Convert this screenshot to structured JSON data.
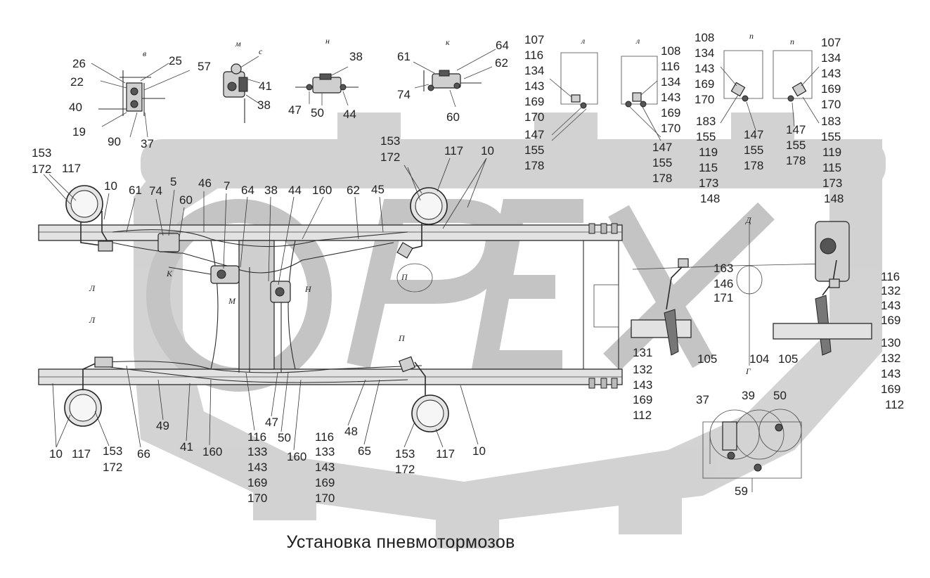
{
  "title": "Установка пневмотормозов",
  "watermark_text": "OPEX",
  "colors": {
    "ink": "#222222",
    "watermark": "#c8c8c8",
    "background": "#ffffff"
  },
  "view_labels": [
    {
      "id": "v",
      "text": "в"
    },
    {
      "id": "m",
      "text": "м"
    },
    {
      "id": "s",
      "text": "с"
    },
    {
      "id": "n",
      "text": "н"
    },
    {
      "id": "k",
      "text": "к"
    },
    {
      "id": "l1",
      "text": "л"
    },
    {
      "id": "l2",
      "text": "л"
    },
    {
      "id": "p1",
      "text": "п"
    },
    {
      "id": "p2",
      "text": "п"
    },
    {
      "id": "K",
      "text": "К"
    },
    {
      "id": "M",
      "text": "М"
    },
    {
      "id": "H",
      "text": "Н"
    },
    {
      "id": "L1",
      "text": "Л"
    },
    {
      "id": "L2",
      "text": "Л"
    },
    {
      "id": "P1",
      "text": "П"
    },
    {
      "id": "P2",
      "text": "П"
    },
    {
      "id": "D",
      "text": "Д"
    },
    {
      "id": "G",
      "text": "Г"
    }
  ],
  "callouts": [
    {
      "id": "c1",
      "text": "26"
    },
    {
      "id": "c2",
      "text": "25"
    },
    {
      "id": "c3",
      "text": "57"
    },
    {
      "id": "c4",
      "text": "22"
    },
    {
      "id": "c5",
      "text": "40"
    },
    {
      "id": "c6",
      "text": "19"
    },
    {
      "id": "c7",
      "text": "90"
    },
    {
      "id": "c8",
      "text": "37"
    },
    {
      "id": "c9",
      "text": "41"
    },
    {
      "id": "c10",
      "text": "38"
    },
    {
      "id": "c11",
      "text": "38"
    },
    {
      "id": "c12",
      "text": "47"
    },
    {
      "id": "c13",
      "text": "50"
    },
    {
      "id": "c14",
      "text": "44"
    },
    {
      "id": "c15",
      "text": "61"
    },
    {
      "id": "c16",
      "text": "64"
    },
    {
      "id": "c17",
      "text": "62"
    },
    {
      "id": "c18",
      "text": "74"
    },
    {
      "id": "c19",
      "text": "60"
    },
    {
      "id": "c20",
      "text": "107"
    },
    {
      "id": "c21",
      "text": "116"
    },
    {
      "id": "c22",
      "text": "134"
    },
    {
      "id": "c23",
      "text": "143"
    },
    {
      "id": "c24",
      "text": "169"
    },
    {
      "id": "c25",
      "text": "170"
    },
    {
      "id": "c26",
      "text": "147"
    },
    {
      "id": "c27",
      "text": "155"
    },
    {
      "id": "c28",
      "text": "178"
    },
    {
      "id": "c29",
      "text": "108"
    },
    {
      "id": "c30",
      "text": "116"
    },
    {
      "id": "c31",
      "text": "134"
    },
    {
      "id": "c32",
      "text": "143"
    },
    {
      "id": "c33",
      "text": "169"
    },
    {
      "id": "c34",
      "text": "170"
    },
    {
      "id": "c35",
      "text": "147"
    },
    {
      "id": "c36",
      "text": "155"
    },
    {
      "id": "c37",
      "text": "178"
    },
    {
      "id": "c38",
      "text": "108"
    },
    {
      "id": "c39",
      "text": "134"
    },
    {
      "id": "c40",
      "text": "143"
    },
    {
      "id": "c41",
      "text": "169"
    },
    {
      "id": "c42",
      "text": "170"
    },
    {
      "id": "c43",
      "text": "183"
    },
    {
      "id": "c44",
      "text": "155"
    },
    {
      "id": "c45",
      "text": "119"
    },
    {
      "id": "c46",
      "text": "115"
    },
    {
      "id": "c47",
      "text": "173"
    },
    {
      "id": "c48",
      "text": "148"
    },
    {
      "id": "c49",
      "text": "147"
    },
    {
      "id": "c50",
      "text": "155"
    },
    {
      "id": "c51",
      "text": "178"
    },
    {
      "id": "c52",
      "text": "107"
    },
    {
      "id": "c53",
      "text": "134"
    },
    {
      "id": "c54",
      "text": "143"
    },
    {
      "id": "c55",
      "text": "169"
    },
    {
      "id": "c56",
      "text": "170"
    },
    {
      "id": "c57",
      "text": "147"
    },
    {
      "id": "c58",
      "text": "155"
    },
    {
      "id": "c59",
      "text": "178"
    },
    {
      "id": "c60",
      "text": "183"
    },
    {
      "id": "c61",
      "text": "155"
    },
    {
      "id": "c62",
      "text": "119"
    },
    {
      "id": "c63",
      "text": "115"
    },
    {
      "id": "c64",
      "text": "173"
    },
    {
      "id": "c65",
      "text": "148"
    },
    {
      "id": "c66",
      "text": "153"
    },
    {
      "id": "c67",
      "text": "172"
    },
    {
      "id": "c68",
      "text": "117"
    },
    {
      "id": "c69",
      "text": "10"
    },
    {
      "id": "c70",
      "text": "61"
    },
    {
      "id": "c71",
      "text": "74"
    },
    {
      "id": "c72",
      "text": "5"
    },
    {
      "id": "c73",
      "text": "60"
    },
    {
      "id": "c74",
      "text": "46"
    },
    {
      "id": "c75",
      "text": "7"
    },
    {
      "id": "c76",
      "text": "64"
    },
    {
      "id": "c77",
      "text": "38"
    },
    {
      "id": "c78",
      "text": "44"
    },
    {
      "id": "c79",
      "text": "160"
    },
    {
      "id": "c80",
      "text": "62"
    },
    {
      "id": "c81",
      "text": "45"
    },
    {
      "id": "c82",
      "text": "153"
    },
    {
      "id": "c83",
      "text": "172"
    },
    {
      "id": "c84",
      "text": "117"
    },
    {
      "id": "c85",
      "text": "10"
    },
    {
      "id": "c86",
      "text": "163"
    },
    {
      "id": "c87",
      "text": "146"
    },
    {
      "id": "c88",
      "text": "171"
    },
    {
      "id": "c89",
      "text": "116"
    },
    {
      "id": "c90",
      "text": "132"
    },
    {
      "id": "c91",
      "text": "143"
    },
    {
      "id": "c92",
      "text": "169"
    },
    {
      "id": "c93",
      "text": "130"
    },
    {
      "id": "c94",
      "text": "132"
    },
    {
      "id": "c95",
      "text": "143"
    },
    {
      "id": "c96",
      "text": "169"
    },
    {
      "id": "c97",
      "text": "112"
    },
    {
      "id": "c98",
      "text": "105"
    },
    {
      "id": "c99",
      "text": "104"
    },
    {
      "id": "c100",
      "text": "105"
    },
    {
      "id": "c101",
      "text": "131"
    },
    {
      "id": "c102",
      "text": "132"
    },
    {
      "id": "c103",
      "text": "143"
    },
    {
      "id": "c104",
      "text": "169"
    },
    {
      "id": "c105",
      "text": "112"
    },
    {
      "id": "c106",
      "text": "37"
    },
    {
      "id": "c107",
      "text": "39"
    },
    {
      "id": "c108",
      "text": "50"
    },
    {
      "id": "c109",
      "text": "59"
    },
    {
      "id": "c110",
      "text": "10"
    },
    {
      "id": "c111",
      "text": "117"
    },
    {
      "id": "c112",
      "text": "153"
    },
    {
      "id": "c113",
      "text": "172"
    },
    {
      "id": "c114",
      "text": "66"
    },
    {
      "id": "c115",
      "text": "49"
    },
    {
      "id": "c116",
      "text": "41"
    },
    {
      "id": "c117",
      "text": "160"
    },
    {
      "id": "c118",
      "text": "116"
    },
    {
      "id": "c119",
      "text": "133"
    },
    {
      "id": "c120",
      "text": "143"
    },
    {
      "id": "c121",
      "text": "169"
    },
    {
      "id": "c122",
      "text": "170"
    },
    {
      "id": "c123",
      "text": "47"
    },
    {
      "id": "c124",
      "text": "50"
    },
    {
      "id": "c125",
      "text": "160"
    },
    {
      "id": "c126",
      "text": "116"
    },
    {
      "id": "c127",
      "text": "133"
    },
    {
      "id": "c128",
      "text": "143"
    },
    {
      "id": "c129",
      "text": "169"
    },
    {
      "id": "c130",
      "text": "170"
    },
    {
      "id": "c131",
      "text": "48"
    },
    {
      "id": "c132",
      "text": "65"
    },
    {
      "id": "c133",
      "text": "153"
    },
    {
      "id": "c134",
      "text": "172"
    },
    {
      "id": "c135",
      "text": "117"
    },
    {
      "id": "c136",
      "text": "10"
    }
  ]
}
